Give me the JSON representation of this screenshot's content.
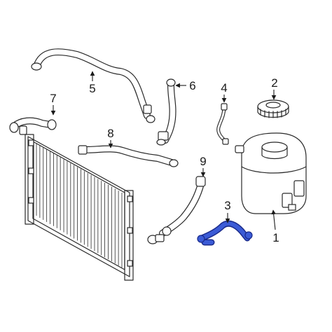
{
  "callouts": [
    {
      "id": "1",
      "label": "1"
    },
    {
      "id": "2",
      "label": "2"
    },
    {
      "id": "3",
      "label": "3"
    },
    {
      "id": "4",
      "label": "4"
    },
    {
      "id": "5",
      "label": "5"
    },
    {
      "id": "6",
      "label": "6"
    },
    {
      "id": "7",
      "label": "7"
    },
    {
      "id": "8",
      "label": "8"
    },
    {
      "id": "9",
      "label": "9"
    }
  ],
  "colors": {
    "line": "#2a2a2a",
    "highlight": "#3b5bd6",
    "background": "#ffffff"
  }
}
